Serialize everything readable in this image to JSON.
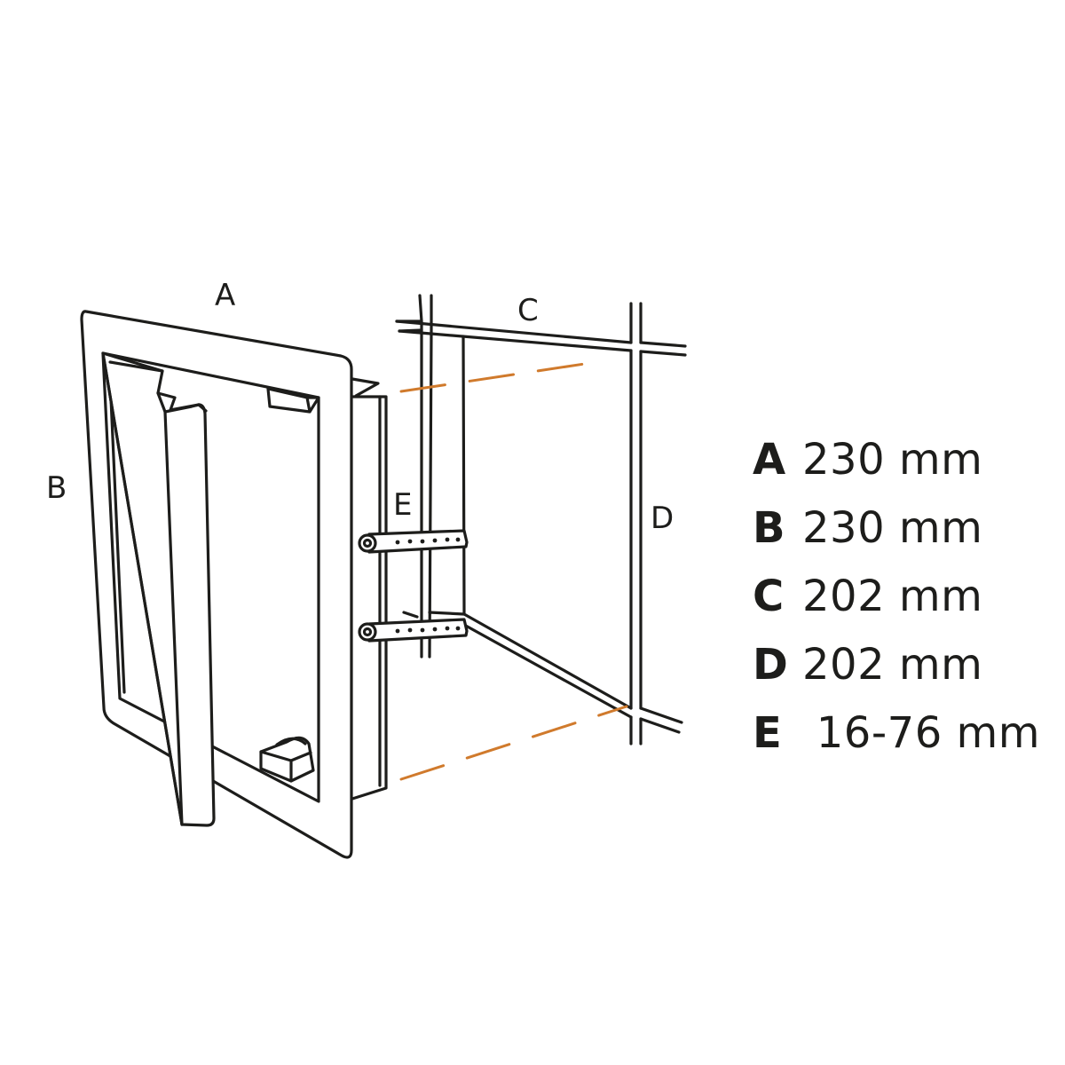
{
  "diagram": {
    "labels": {
      "a": "A",
      "b": "B",
      "c": "C",
      "d": "D",
      "e": "E"
    },
    "accent_color": "#d07a2c",
    "line_color": "#1d1d1b"
  },
  "legend": [
    {
      "letter": "A",
      "value": "230 mm"
    },
    {
      "letter": "B",
      "value": "230 mm"
    },
    {
      "letter": "C",
      "value": "202 mm"
    },
    {
      "letter": "D",
      "value": "202 mm"
    },
    {
      "letter": "E",
      "value": " 16-76 mm"
    }
  ]
}
